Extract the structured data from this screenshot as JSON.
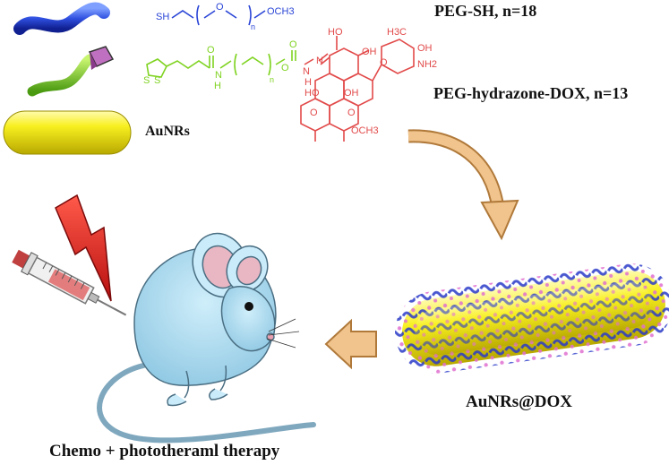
{
  "labels": {
    "peg_sh": "PEG-SH, n=18",
    "peg_hydrazone_dox": "PEG-hydrazone-DOX,  n=13",
    "aunrs": "AuNRs",
    "aunrs_dox": "AuNRs@DOX",
    "therapy": "Chemo + phototheraml  therapy"
  },
  "formula_peg_sh": {
    "sh": "SH",
    "o": "O",
    "n": "n",
    "och3": "OCH3"
  },
  "formula_hydrazone": {
    "s1": "S",
    "s2": "S",
    "h": "H",
    "n1": "N",
    "n_sub": "n",
    "o1": "O",
    "o2": "O",
    "n2": "N",
    "n3": "N",
    "h2": "H",
    "oh1": "OH",
    "ho": "HO",
    "oh2": "OH",
    "h3c": "H3C",
    "nh2": "NH2",
    "o_ring": "O",
    "o_link": "O",
    "ho2": "HO",
    "oh3": "OH",
    "o_k1": "O",
    "o_k2": "O",
    "och3": "OCH3"
  },
  "colors": {
    "peg_blue": "#2a45d6",
    "linker_green": "#7fd321",
    "dox_red": "#e24a4a",
    "gold": "#f4ee1e",
    "mouse": "#a9d8ee",
    "arrow": "#e8b478"
  }
}
